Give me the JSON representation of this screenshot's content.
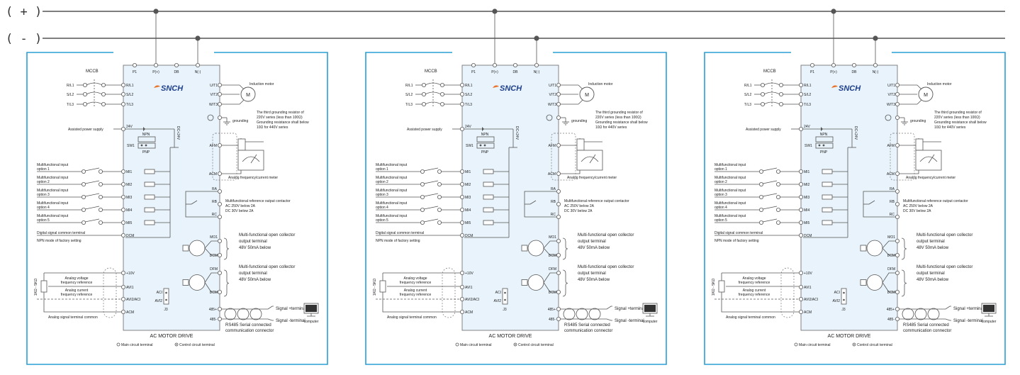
{
  "bus": {
    "plus_label": "( + )",
    "minus_label": "( - )"
  },
  "colors": {
    "frame": "#2a9fd6",
    "drive_fill": "#e8f3fb",
    "line": "#555555",
    "brand": "#1d3e8a",
    "accent": "#e8732a"
  },
  "panel": {
    "logo": "SNCH",
    "top_terminals": [
      "P1",
      "P(+)",
      "DB",
      "N(-)"
    ],
    "input_terminals": [
      "R/L1",
      "S/L2",
      "T/L3"
    ],
    "output_terminals": [
      "U/T1",
      "V/T2",
      "W/T3"
    ],
    "mccb": "MCCB",
    "motor_label": "Induction motor",
    "motor_symbol": "M",
    "grounding": "grounding",
    "ground_note": [
      "The third grounding resistor of",
      "220V series (less than 100Ω)",
      "Grounding resistance shall below",
      "10Ω for 440V series"
    ],
    "assisted_supply": "Assisted power supply",
    "v24": "24V",
    "dc24": "DC+24V",
    "npn": "NPN",
    "pnp": "PNP",
    "sw1": "SW1",
    "afm": "AFM",
    "acm": "ACM",
    "meter_label": "Analog frequency/current meter",
    "mi_inputs": [
      {
        "terminal": "MI1",
        "label": [
          "Multifunctional input",
          "option 1"
        ]
      },
      {
        "terminal": "MI2",
        "label": [
          "Multifunctional input",
          "option 2"
        ]
      },
      {
        "terminal": "MI3",
        "label": [
          "Multifunctional input",
          "option 3"
        ]
      },
      {
        "terminal": "MI4",
        "label": [
          "Multifunctional input",
          "option 4"
        ]
      },
      {
        "terminal": "MI5",
        "label": [
          "Multifunctional input",
          "option 5"
        ]
      }
    ],
    "dcm": "DCM",
    "dcm_label": "Digital signal common terminal",
    "npn_mode": "NPN mode of factory setting",
    "relay_terminals": [
      "RA",
      "RB",
      "RC"
    ],
    "relay_label": [
      "Multifunctional reference output contactor",
      "AC 250V below 2A",
      "DC 30V below 2A"
    ],
    "mo1": "MO1",
    "dfm": "DFM",
    "oc_label": [
      "Multi-functional open collector",
      "output terminal",
      "48V 50mA below"
    ],
    "v10": "+10V",
    "avi1": "AVI1",
    "avi2": "AVI2/ACI",
    "ohm": "1KΩ - 5KΩ",
    "analog_voltage": [
      "Analog voltage",
      "frequency reference"
    ],
    "analog_current": [
      "Analog current",
      "frequency reference"
    ],
    "analog_common": "Analog signal terminal common",
    "aci": "ACI",
    "avi2_sw": "AVI2",
    "j3": "J3",
    "rs485p": "485+",
    "rs485n": "485-",
    "signal_plus": "Signal +terminal",
    "signal_minus": "Signal -terminal",
    "computer": "computer",
    "rs485_label": [
      "RS485 Serial connected",
      "communication connector"
    ],
    "drive_title": "AC MOTOR DRIVE",
    "legend_main": "Main circuit terminal",
    "legend_control": "Control circuit terminal"
  }
}
